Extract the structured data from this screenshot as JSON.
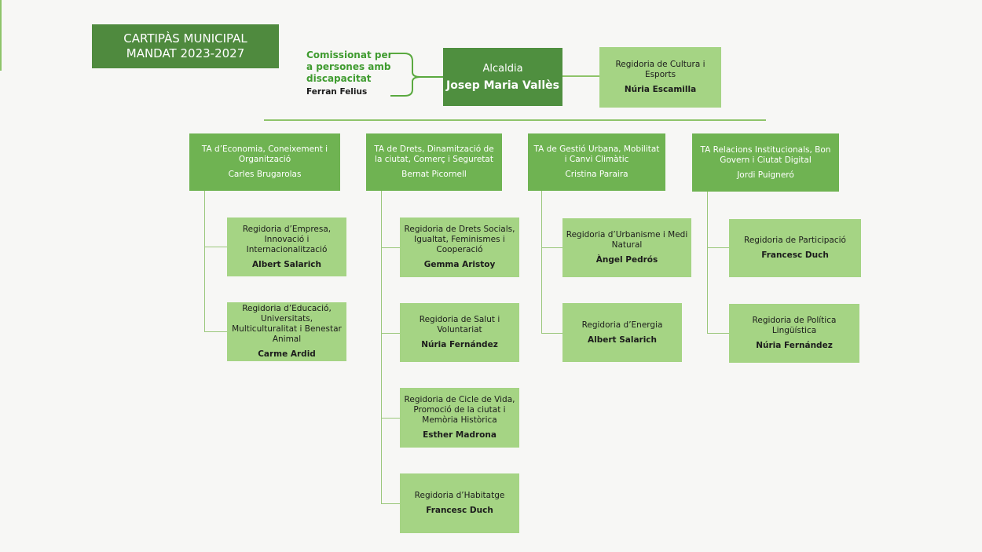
{
  "title": {
    "line1": "CARTIPÀS MUNICIPAL",
    "line2": "MANDAT 2023-2027"
  },
  "mayor": {
    "role": "Alcaldia",
    "name": "Josep Maria Vallès"
  },
  "commissioner": {
    "role_line1": "Comissionat per",
    "role_line2": "a persones amb",
    "role_line3": "discapacitat",
    "name": "Ferran Felius"
  },
  "culture": {
    "role": "Regidoria de Cultura i Esports",
    "name": "Núria Escamilla"
  },
  "areas": [
    {
      "role": "TA d’Economia, Coneixement   i Organització",
      "name": "Carles Brugarolas",
      "children": [
        {
          "role": "Regidoria d’Empresa, Innovació i Internacionalització",
          "name": "Albert Salarich"
        },
        {
          "role": "Regidoria d’Educació, Universitats, Multiculturalitat i Benestar Animal",
          "name": "Carme Ardid"
        }
      ]
    },
    {
      "role": "TA de Drets, Dinamització de la ciutat, Comerç i Seguretat",
      "name": "Bernat Picornell",
      "children": [
        {
          "role": "Regidoria de Drets Socials, Igualtat, Feminismes i Cooperació",
          "name": "Gemma Aristoy"
        },
        {
          "role": "Regidoria de Salut i Voluntariat",
          "name": "Núria Fernández"
        },
        {
          "role": "Regidoria de Cicle de Vida, Promoció de la ciutat i Memòria Històrica",
          "name": "Esther Madrona"
        },
        {
          "role": "Regidoria d’Habitatge",
          "name": "Francesc Duch"
        }
      ]
    },
    {
      "role": "TA de Gestió Urbana, Mobilitat i Canvi Climàtic",
      "name": "Cristina Paraira",
      "children": [
        {
          "role": "Regidoria d’Urbanisme i Medi Natural",
          "name": "Àngel Pedrós"
        },
        {
          "role": "Regidoria d’Energia",
          "name": "Albert Salarich"
        }
      ]
    },
    {
      "role": "TA Relacions Institucionals, Bon Govern i Ciutat Digital",
      "name": "Jordi Puigneró",
      "children": [
        {
          "role": "Regidoria de Participació",
          "name": "Francesc Duch"
        },
        {
          "role": "Regidoria de Política Lingüística",
          "name": "Núria Fernández"
        }
      ]
    }
  ]
}
